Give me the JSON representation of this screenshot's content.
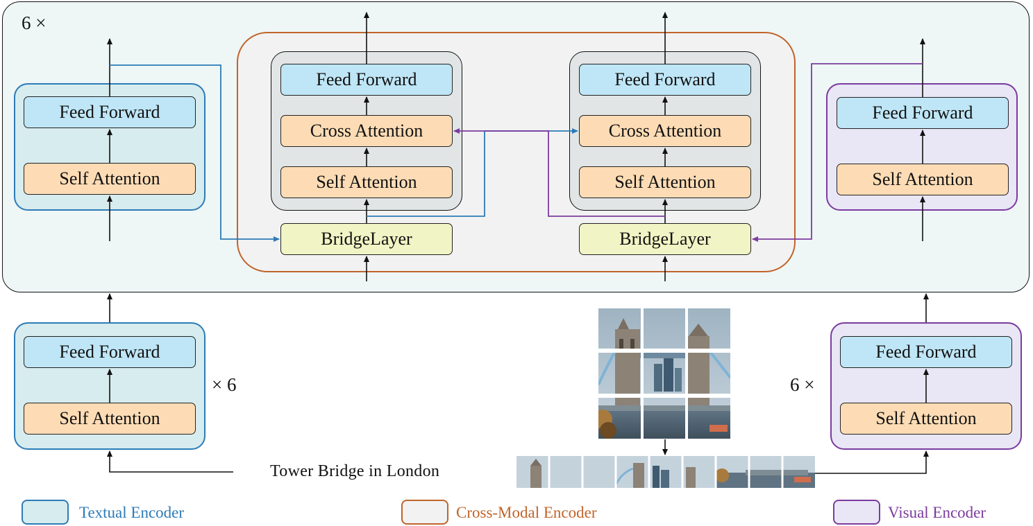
{
  "repeat_labels": {
    "top_left": "6 ×",
    "mid_text": "× 6",
    "mid_visual": "6 ×"
  },
  "blocks": {
    "feed_forward": "Feed Forward",
    "self_attention": "Self Attention",
    "cross_attention": "Cross Attention",
    "bridge_layer": "BridgeLayer"
  },
  "input_text": "Tower Bridge in London",
  "legend": {
    "textual": "Textual Encoder",
    "cross_modal": "Cross-Modal Encoder",
    "visual": "Visual Encoder"
  },
  "colors": {
    "textual": "#2c7bb6",
    "cross_modal": "#c0642a",
    "visual": "#7b3b9e",
    "feed_forward_fill": "#bfe6f6",
    "attention_fill": "#fddcb5",
    "bridge_fill": "#f1f4c4"
  },
  "image": {
    "grid": "3x3 patch grid of Tower Bridge photo",
    "strip": "9 flattened image patches"
  }
}
